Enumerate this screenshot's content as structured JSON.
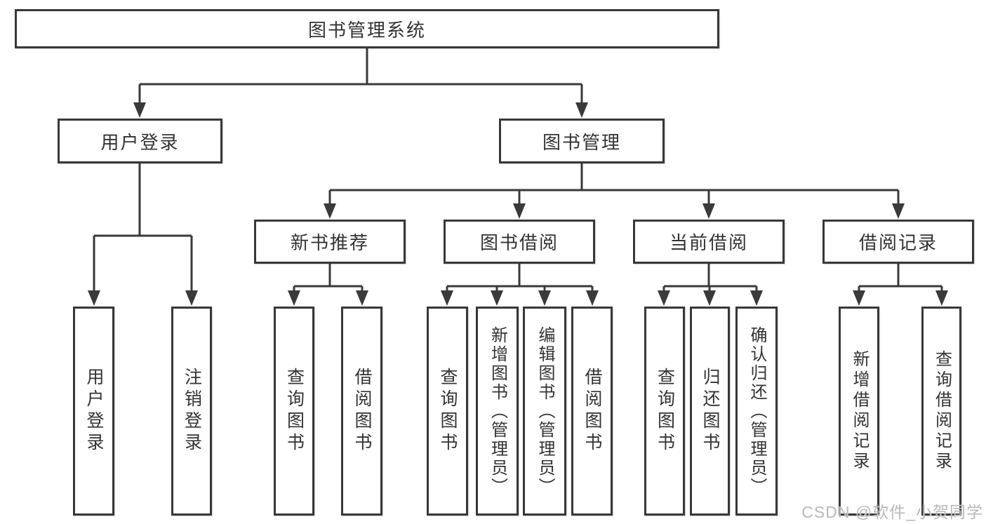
{
  "diagram": {
    "root": {
      "label": "图书管理系统"
    },
    "branches": [
      {
        "label": "用户登录",
        "children": [
          {
            "label": "用户登录"
          },
          {
            "label": "注销登录"
          }
        ]
      },
      {
        "label": "图书管理",
        "children": [
          {
            "label": "新书推荐",
            "children": [
              {
                "label": "查询图书"
              },
              {
                "label": "借阅图书"
              }
            ]
          },
          {
            "label": "图书借阅",
            "children": [
              {
                "label": "查询图书"
              },
              {
                "label": "新增图书（管理员）"
              },
              {
                "label": "编辑图书（管理员）"
              },
              {
                "label": "借阅图书"
              }
            ]
          },
          {
            "label": "当前借阅",
            "children": [
              {
                "label": "查询图书"
              },
              {
                "label": "归还图书"
              },
              {
                "label": "确认归还（管理员）"
              }
            ]
          },
          {
            "label": "借阅记录",
            "children": [
              {
                "label": "新增借阅记录"
              },
              {
                "label": "查询借阅记录"
              }
            ]
          }
        ]
      }
    ]
  },
  "watermark": {
    "text": "CSDN @软件_小贺同学"
  },
  "colors": {
    "background": "#ffffff",
    "line": "#3a3a3a",
    "box_border": "#383838",
    "text": "#333333",
    "watermark": "#b9b9b9"
  }
}
